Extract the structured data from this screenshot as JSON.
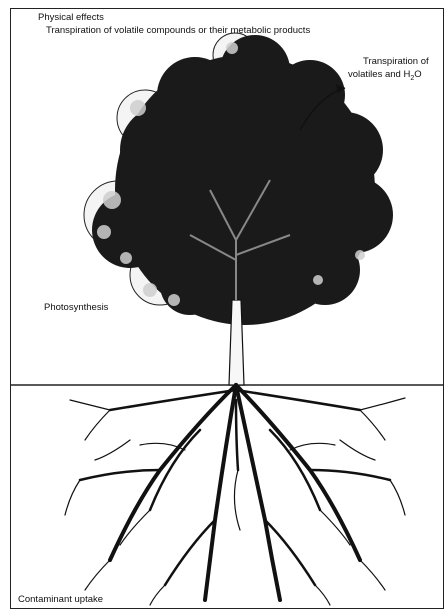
{
  "figure": {
    "labels": {
      "physical_effects": "Physical effects",
      "transpiration_volatile": "Transpiration of volatile compounds or their metabolic products",
      "transpiration_of": "Transpiration of",
      "volatiles_and": "volatiles and H",
      "h2o_subscript": "2",
      "h2o_o": "O",
      "photosynthesis": "Photosynthesis",
      "contaminant_uptake": "Contaminant uptake"
    },
    "colors": {
      "ink": "#111111",
      "canopy_dark": "#1a1a1a",
      "canopy_light": "#f2f2f2",
      "ground_line": "#222222"
    }
  }
}
